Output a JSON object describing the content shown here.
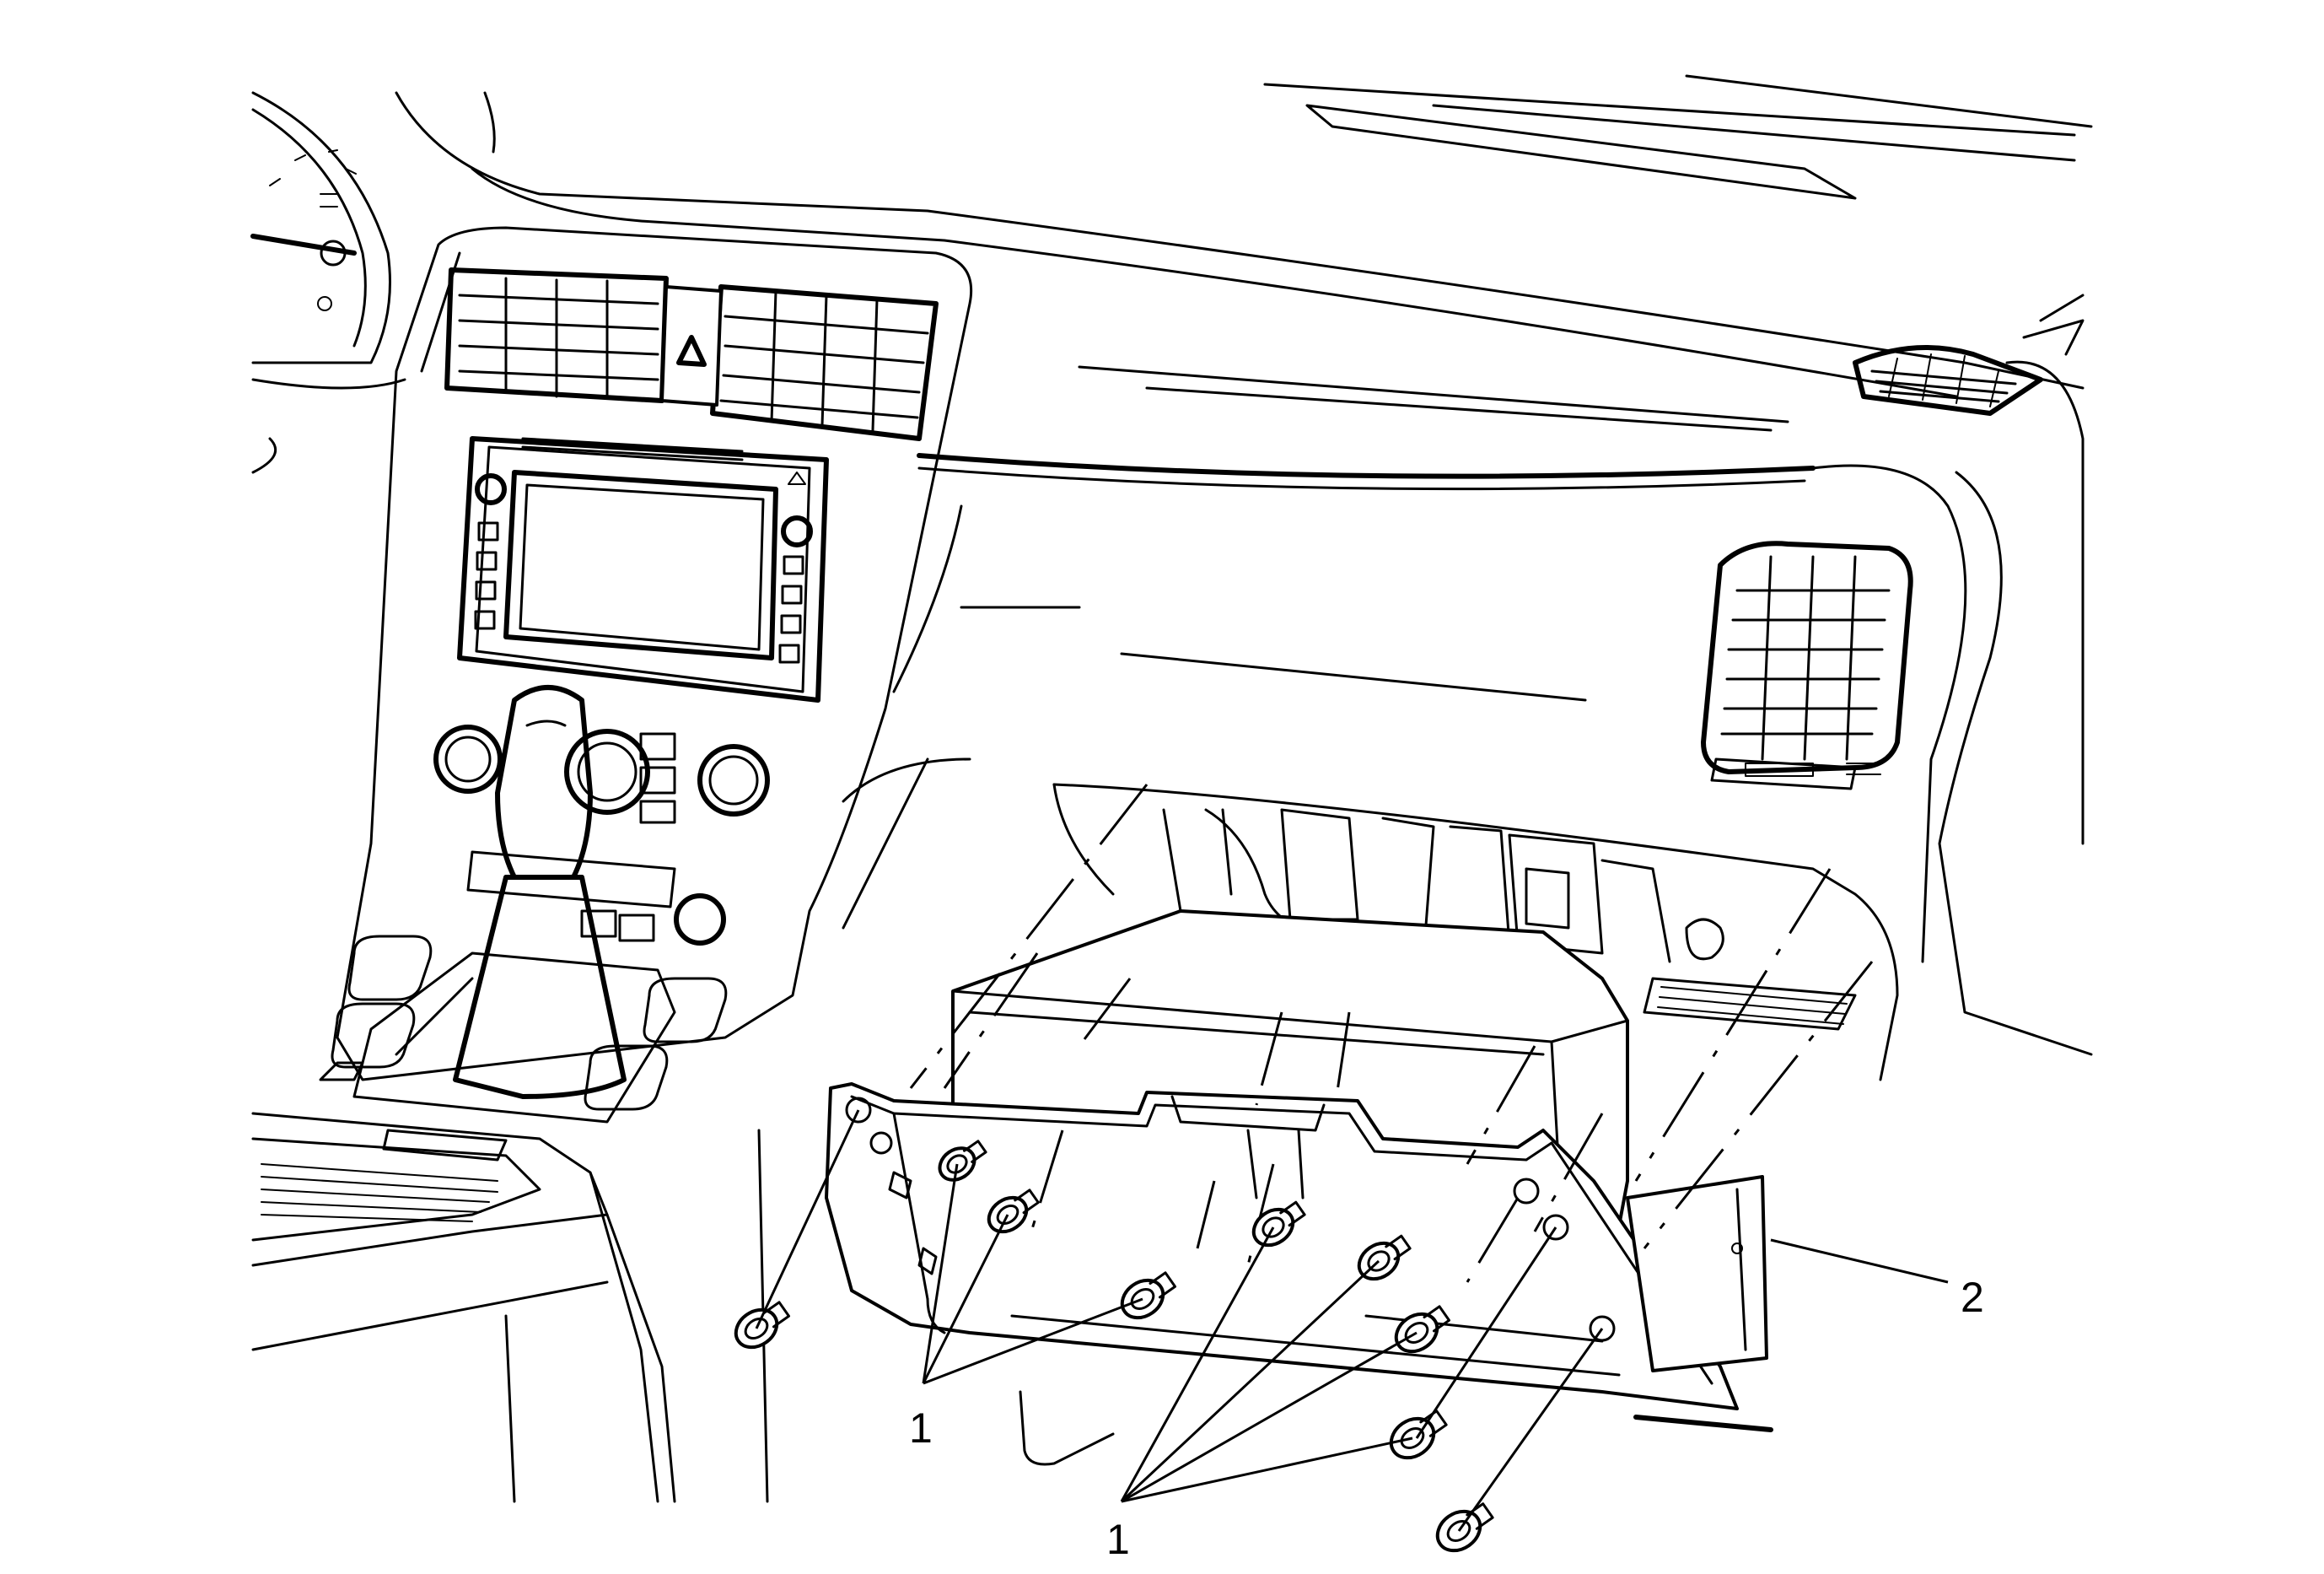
{
  "diagram": {
    "callouts": [
      {
        "id": "fastener-group-left",
        "label": "1"
      },
      {
        "id": "fastener-group-right",
        "label": "1"
      },
      {
        "id": "glove-box-housing",
        "label": "2"
      }
    ]
  }
}
